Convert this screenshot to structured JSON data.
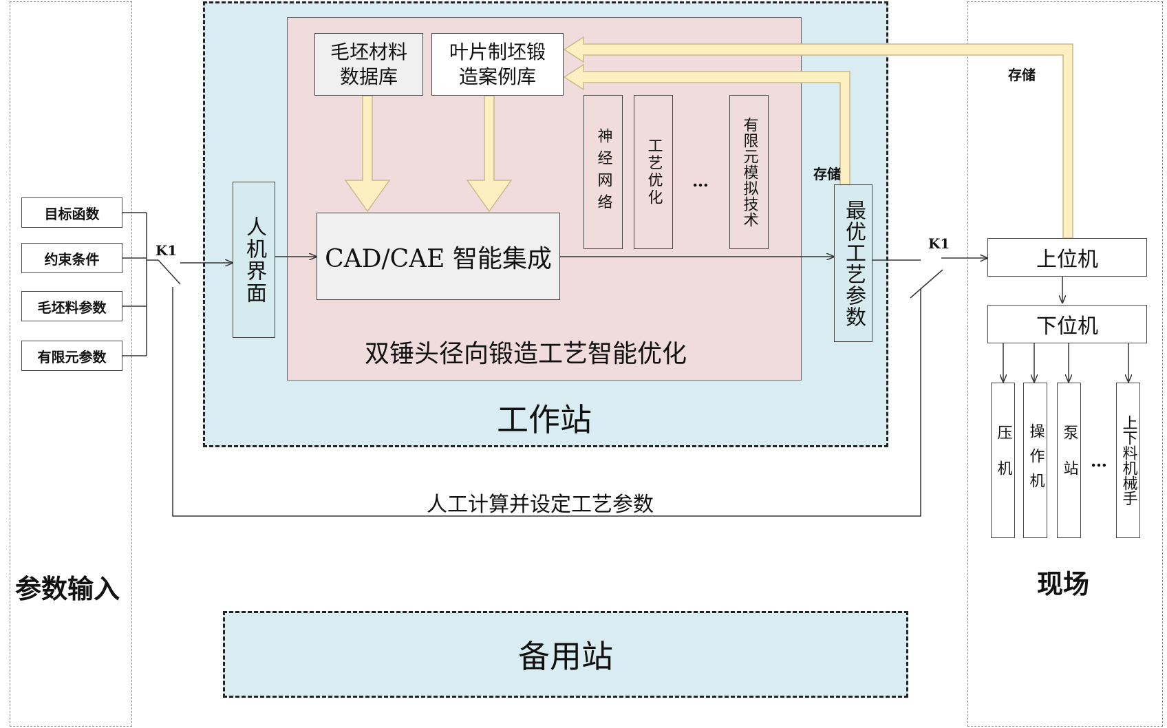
{
  "colors": {
    "workstation_bg": "#d9ecf1",
    "core_bg": "#f0dcdc",
    "box_gray": "#f0f0f0",
    "box_teal": "#d6ebf0",
    "arrow_fill": "#fdf0c0",
    "arrow_stroke": "#c8b98a"
  },
  "left_panel": {
    "title": "参数输入",
    "items": [
      "目标函数",
      "约束条件",
      "毛坯料参数",
      "有限元参数"
    ],
    "switch_label": "K1"
  },
  "workstation": {
    "title": "工作站",
    "hmi": "人机界面",
    "core": {
      "title": "双锤头径向锻造工艺智能优化",
      "db_material": "毛坯材料数据库",
      "db_case": "叶片制坯锻造案例库",
      "cad_cae": "CAD/CAE 智能集成",
      "techs": [
        "神经网络",
        "工艺优化",
        "…",
        "有限元模拟技术"
      ]
    },
    "optimal": "最优工艺参数",
    "store_label_inner": "存储"
  },
  "right_switch_label": "K1",
  "store_label_outer": "存储",
  "manual_path_label": "人工计算并设定工艺参数",
  "backup": {
    "title": "备用站"
  },
  "right_panel": {
    "title": "现场",
    "upper": "上位机",
    "lower": "下位机",
    "devices": [
      "压机",
      "操作机",
      "泵站",
      "…",
      "上下料机械手"
    ]
  }
}
